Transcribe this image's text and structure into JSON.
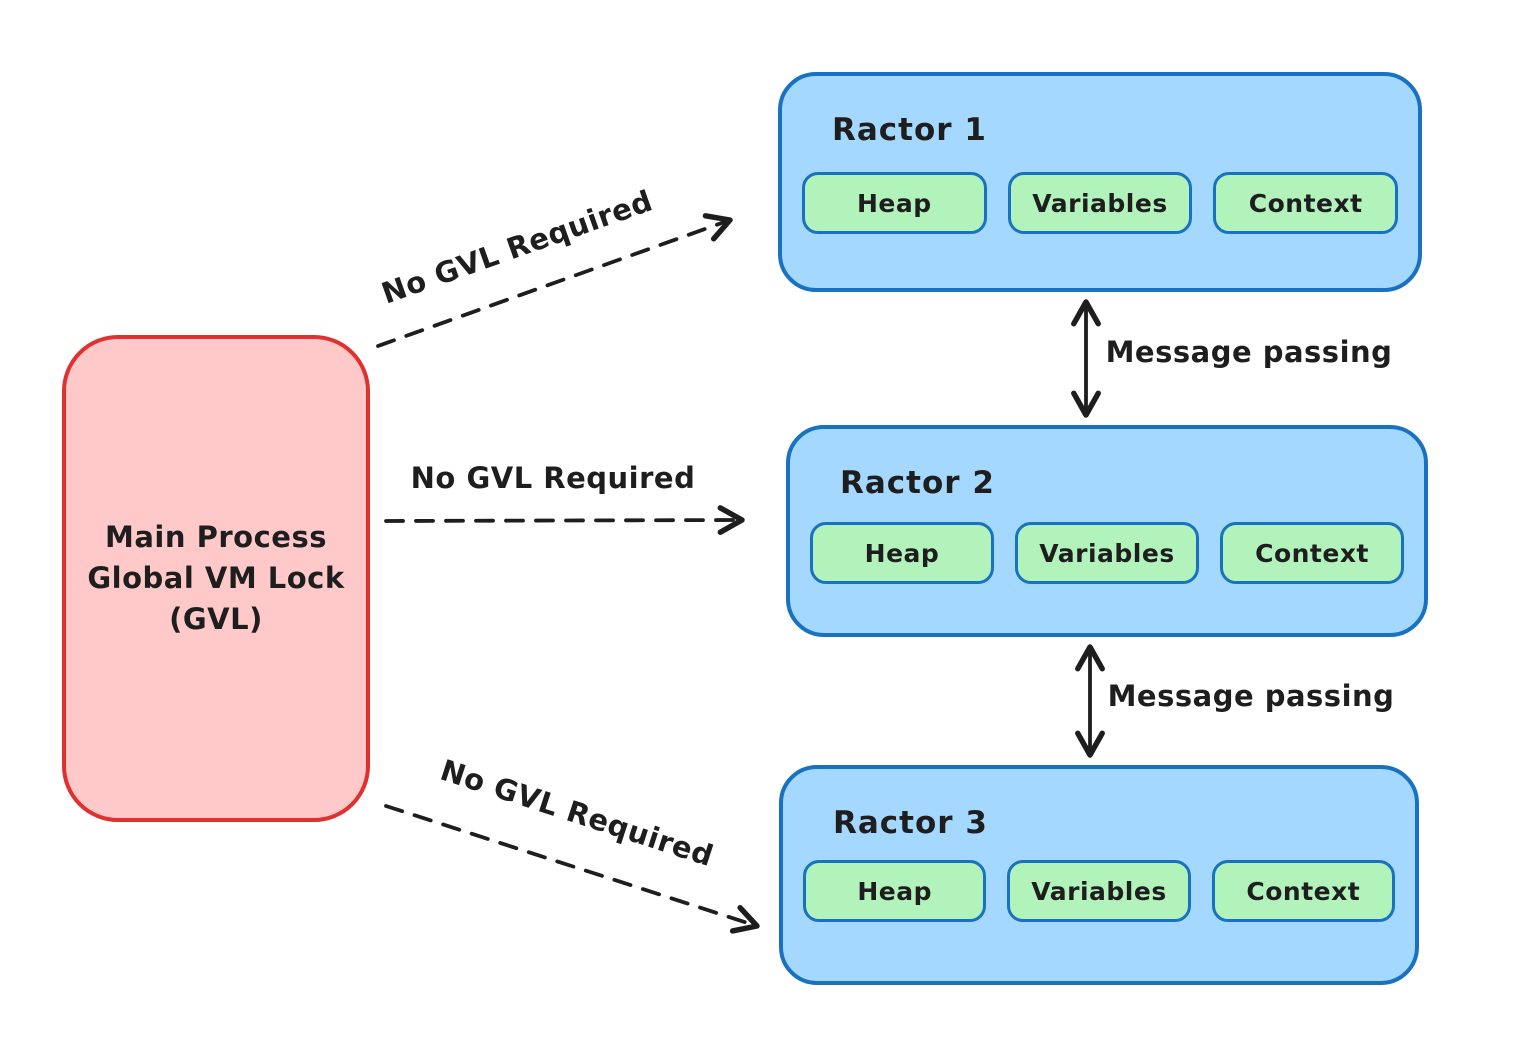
{
  "main_process": {
    "lines": [
      "Main Process",
      "Global VM Lock",
      "(GVL)"
    ]
  },
  "ractors": [
    {
      "title": "Ractor 1",
      "cells": [
        "Heap",
        "Variables",
        "Context"
      ]
    },
    {
      "title": "Ractor 2",
      "cells": [
        "Heap",
        "Variables",
        "Context"
      ]
    },
    {
      "title": "Ractor 3",
      "cells": [
        "Heap",
        "Variables",
        "Context"
      ]
    }
  ],
  "edges": {
    "no_gvl": [
      "No GVL Required",
      "No GVL Required",
      "No GVL Required"
    ],
    "message_passing": [
      "Message passing",
      "Message passing"
    ]
  },
  "colors": {
    "background": "#ffffff",
    "main_fill": "#ffc9c9",
    "main_stroke": "#e03131",
    "ractor_fill": "#a5d8ff",
    "ractor_stroke": "#1971c2",
    "cell_fill": "#b2f2bb",
    "cell_stroke": "#1971c2",
    "arrow": "#1e1e1e",
    "text": "#1e1e1e"
  }
}
